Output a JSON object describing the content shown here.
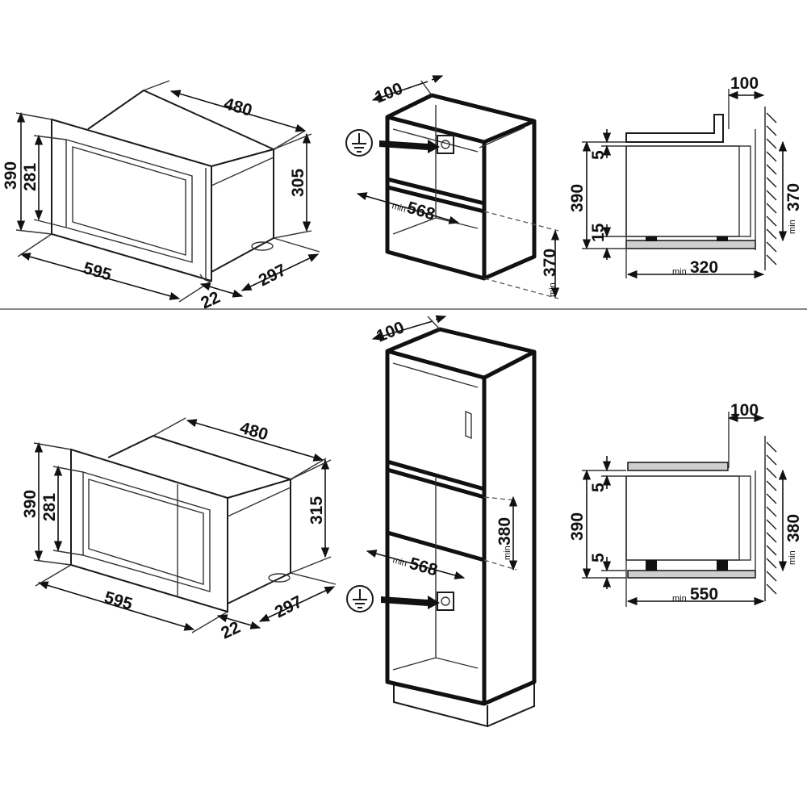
{
  "colors": {
    "line": "#1a1a1a",
    "background": "#ffffff"
  },
  "icons": {
    "ground": "ground-symbol-icon"
  },
  "top": {
    "oven": {
      "depth": "480",
      "outer_height": "390",
      "inner_height": "281",
      "body_height": "305",
      "width": "595",
      "frame_depth": "22",
      "body_depth": "297"
    },
    "cabinet": {
      "top_offset": "100",
      "min_prefix": "min",
      "width": "568",
      "height": "370"
    },
    "section": {
      "top_offset": "100",
      "gap_top": "5",
      "height": "390",
      "gap_bottom": "15",
      "min_prefix": "min",
      "depth": "320",
      "opening": "370"
    }
  },
  "bottom": {
    "oven": {
      "depth": "480",
      "outer_height": "390",
      "inner_height": "281",
      "body_height": "315",
      "width": "595",
      "frame_depth": "22",
      "body_depth": "297"
    },
    "cabinet": {
      "top_offset": "100",
      "min_prefix": "min",
      "width": "568",
      "height": "380"
    },
    "section": {
      "top_offset": "100",
      "gap_top": "5",
      "height": "390",
      "gap_bottom": "5",
      "min_prefix": "min",
      "depth": "550",
      "opening": "380"
    }
  }
}
